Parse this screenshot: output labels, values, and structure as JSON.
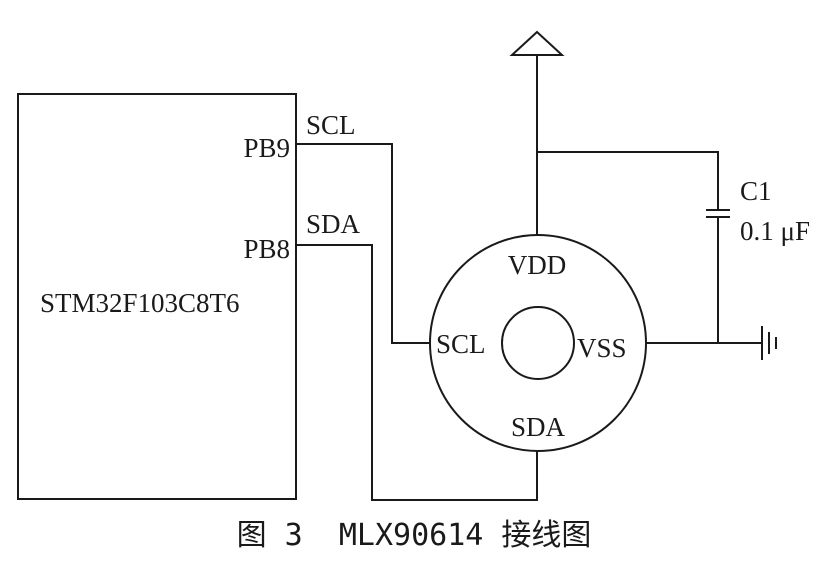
{
  "mcu": {
    "name": "STM32F103C8T6",
    "pin_scl": "PB9",
    "pin_sda": "PB8"
  },
  "nets": {
    "scl": "SCL",
    "sda": "SDA"
  },
  "sensor": {
    "pin_vdd": "VDD",
    "pin_scl": "SCL",
    "pin_vss": "VSS",
    "pin_sda": "SDA"
  },
  "capacitor": {
    "ref": "C1",
    "value": "0.1 μF"
  },
  "caption": "图 3  MLX90614 接线图",
  "colors": {
    "ink": "#1a1a1a",
    "background": "#ffffff"
  }
}
